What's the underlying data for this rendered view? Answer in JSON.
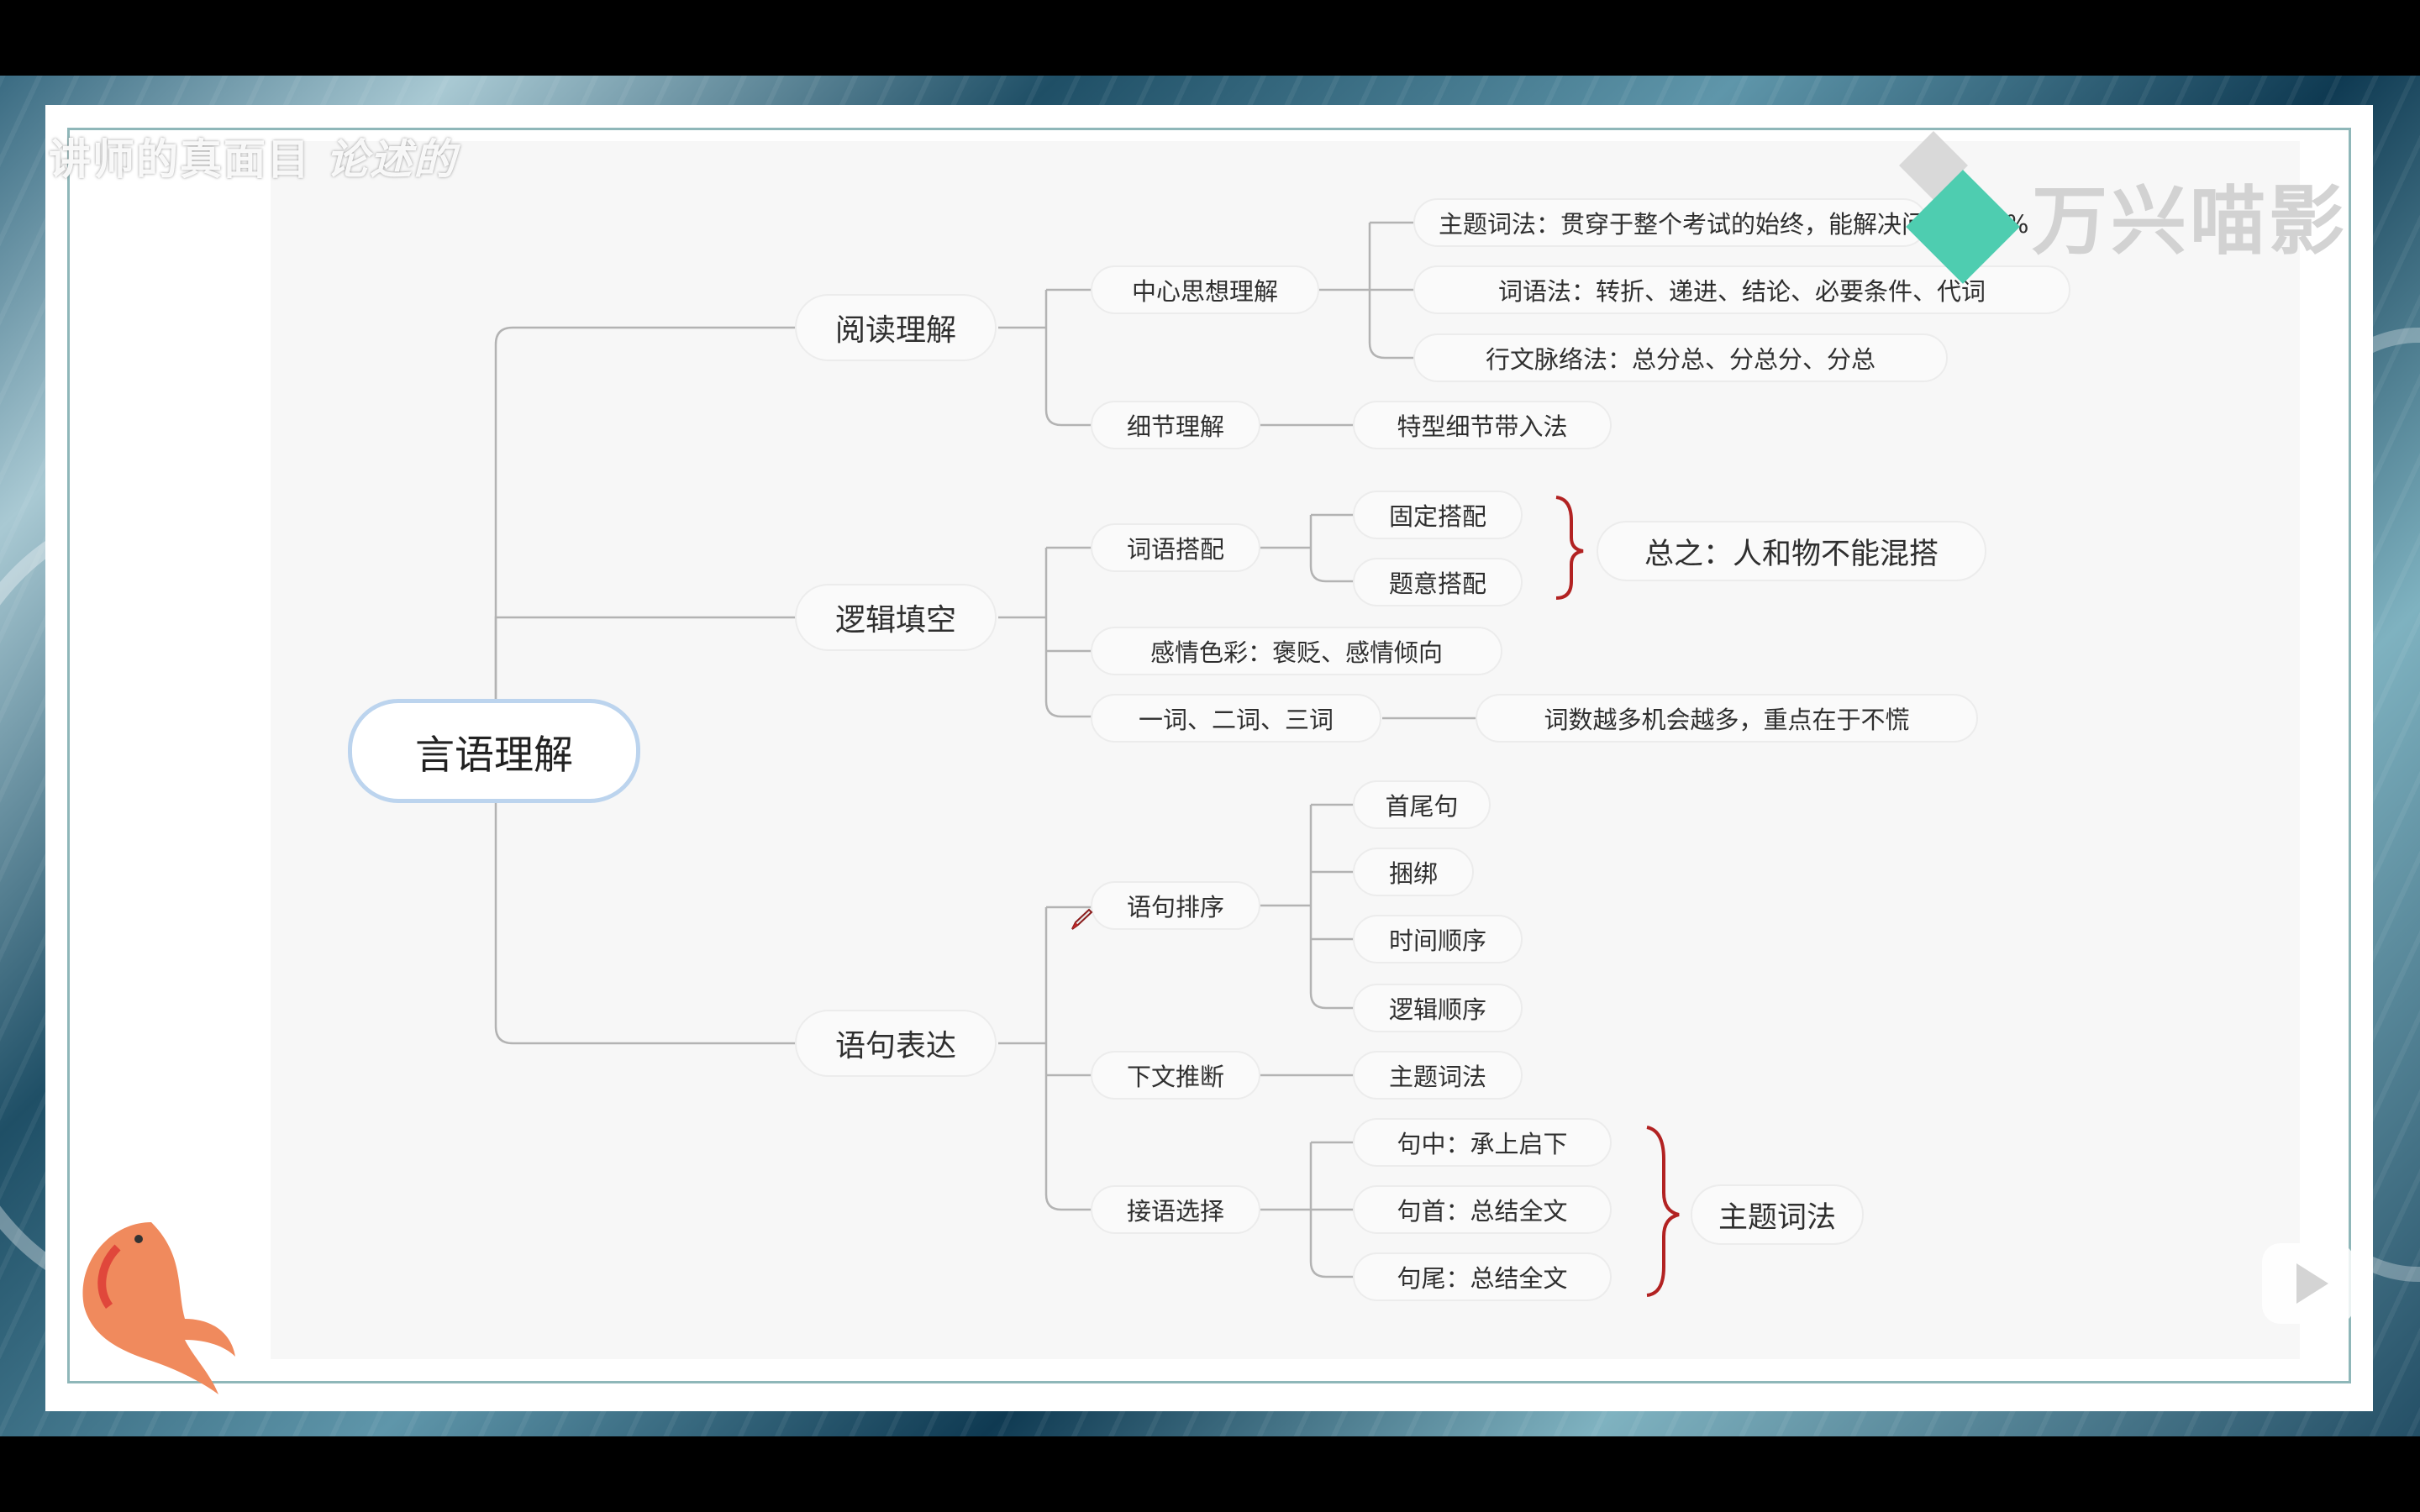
{
  "watermark_left": {
    "text": "讲师的真面目",
    "scrawl": "论述的"
  },
  "watermark_right": {
    "text": "万兴喵影",
    "logo_icon": "wondershare-diamond-icon"
  },
  "mindmap": {
    "root": "言语理解",
    "reading": {
      "label": "阅读理解",
      "central": {
        "label": "中心思想理解",
        "items": [
          "主题词法：贯穿于整个考试的始终，能解决问题约70%",
          "词语法：转折、递进、结论、必要条件、代词",
          "行文脉络法：总分总、分总分、分总"
        ]
      },
      "detail": {
        "label": "细节理解",
        "item": "特型细节带入法"
      }
    },
    "logic": {
      "label": "逻辑填空",
      "collocation": {
        "label": "词语搭配",
        "items": [
          "固定搭配",
          "题意搭配"
        ],
        "summary": "总之：人和物不能混搭"
      },
      "emotion": "感情色彩：褒贬、感情倾向",
      "words": {
        "label": "一词、二词、三词",
        "item": "词数越多机会越多，重点在于不慌"
      }
    },
    "sentence": {
      "label": "语句表达",
      "ordering": {
        "label": "语句排序",
        "items": [
          "首尾句",
          "捆绑",
          "时间顺序",
          "逻辑顺序"
        ]
      },
      "inference": {
        "label": "下文推断",
        "item": "主题词法"
      },
      "connect": {
        "label": "接语选择",
        "items": [
          "句中：承上启下",
          "句首：总结全文",
          "句尾：总结全文"
        ],
        "summary": "主题词法"
      }
    }
  },
  "colors": {
    "connector": "#b3b3b3",
    "brace": "#b22222",
    "root_border": "#bcd4ee",
    "accent": "#4ecdb0"
  }
}
